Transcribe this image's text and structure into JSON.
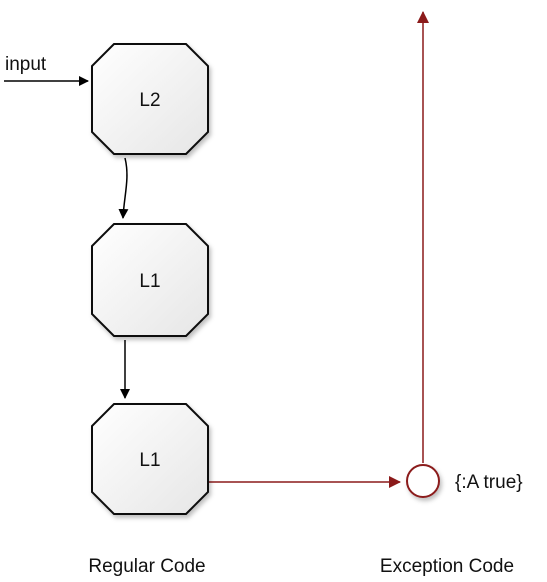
{
  "input_label": "input",
  "nodes": [
    {
      "label": "L2"
    },
    {
      "label": "L1"
    },
    {
      "label": "L1"
    }
  ],
  "exception_node_label": "{:A true}",
  "columns": {
    "regular": "Regular Code",
    "exception": "Exception Code"
  },
  "colors": {
    "regular_edge": "#000000",
    "exception_edge": "#8b1a1a",
    "node_fill": "#f2f2f2",
    "node_stroke": "#111111"
  }
}
